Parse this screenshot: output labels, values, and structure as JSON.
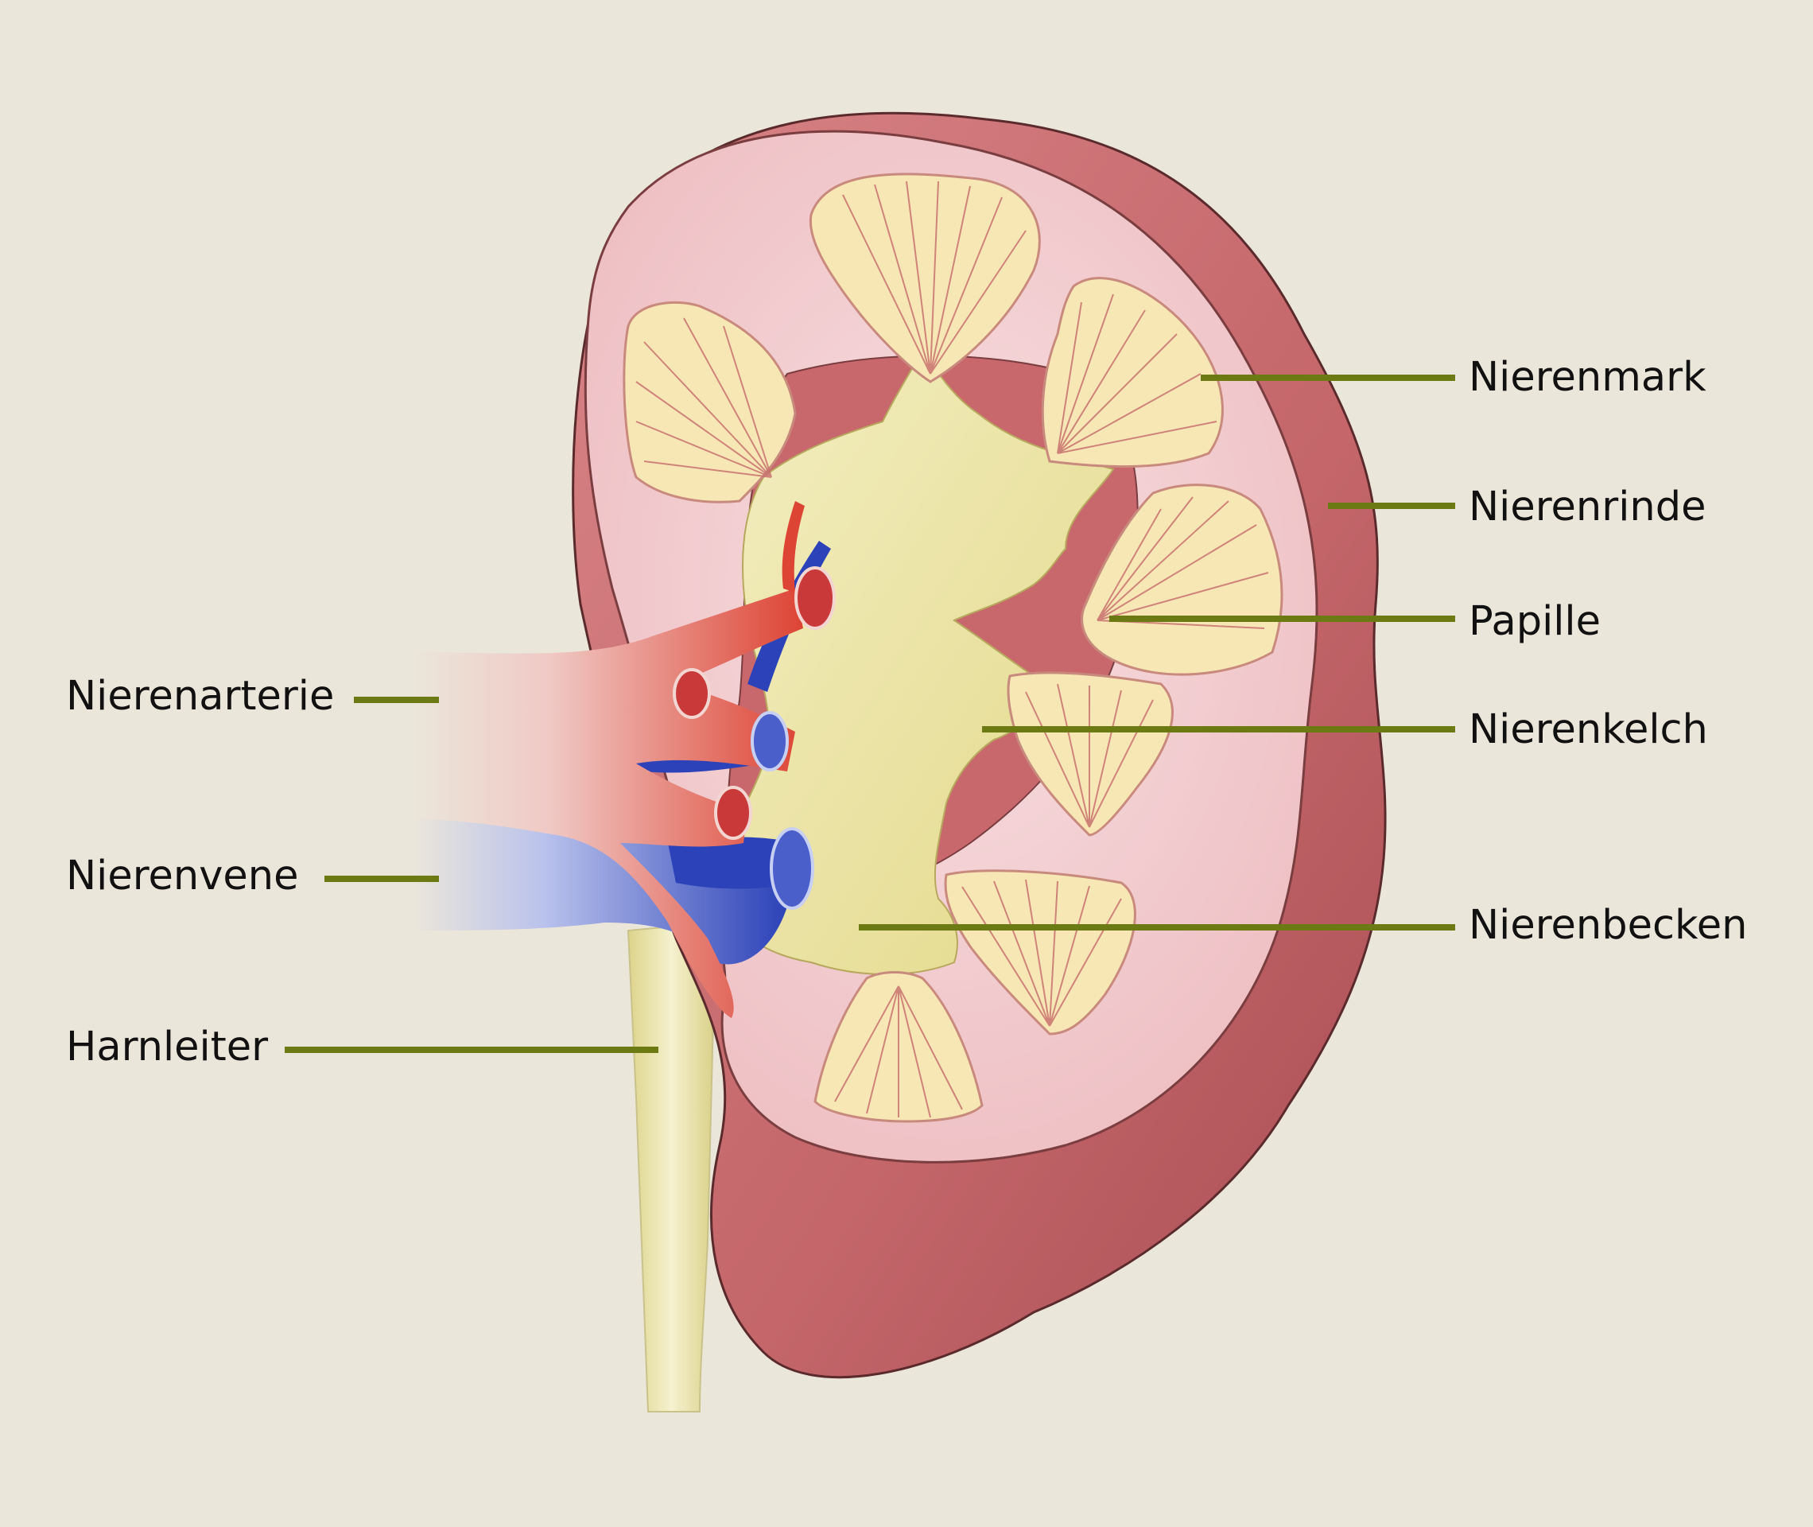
{
  "colors": {
    "background": "#ebe6da",
    "leader_line": "#6b7a12",
    "capsule": "#c4666a",
    "cortex": "#f1cdd0",
    "medulla": "#f6e7b4",
    "pelvis": "#eee7a7",
    "artery": "#dd4434",
    "vein": "#2c42b8",
    "ureter": "#ece5b0"
  },
  "labels": {
    "nierenmark": "Nierenmark",
    "nierenrinde": "Nierenrinde",
    "papille": "Papille",
    "nierenkelch": "Nierenkelch",
    "nierenbecken": "Nierenbecken",
    "nierenarterie": "Nierenarterie",
    "nierenvene": "Nierenvene",
    "harnleiter": "Harnleiter"
  }
}
